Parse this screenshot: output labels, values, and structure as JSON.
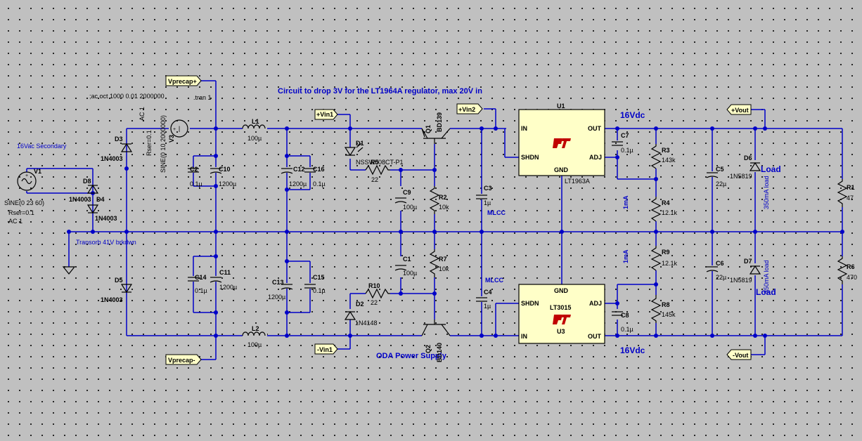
{
  "title": "Circuit to drop 3V for the LT1964A regulator, max 20V in",
  "subtitle": "ODA Power Supply",
  "directives": {
    "ac": ";ac oct 1000 0.01 2000000",
    "tran": ".tran 1"
  },
  "notes": {
    "secondary": "16Vac Secondary",
    "transorb": "Transorb 41V brkdwn",
    "mlcc1": "MLCC",
    "mlcc2": "MLCC",
    "ma_top": "1mA",
    "ma_bot": "1mA",
    "out_top": "16Vdc",
    "out_bot": "16Vdc",
    "load_top": "Load",
    "load_bot": "Load",
    "load350_top": "350mA load",
    "load350_bot": "350mA load"
  },
  "flags": {
    "vprecap_p": "Vprecap+",
    "vprecap_n": "Vprecap-",
    "vin1p": "+Vin1",
    "vin1n": "-Vin1",
    "vin2": "+Vin2",
    "voutp": "+Vout",
    "voutn": "-Vout"
  },
  "sources": {
    "v1": {
      "ref": "V1",
      "line1": "SINE(0 23 60)",
      "line2": "Rser=0.1",
      "line3": "AC 1"
    },
    "v3": {
      "ref": "V3",
      "line1": "SINE(0 10 2000000)",
      "line2": "Rser=0.1",
      "line3": "AC 1"
    }
  },
  "parts": {
    "d3": [
      "D3",
      "1N4003"
    ],
    "d8": [
      "D8",
      ""
    ],
    "d4": [
      "D4",
      "1N4003"
    ],
    "d8val": "1N4003",
    "d5": [
      "D5",
      "1N4003"
    ],
    "l1": [
      "L1",
      "100µ"
    ],
    "l2": [
      "L2",
      "100µ"
    ],
    "c2": [
      "C2",
      "0.1µ"
    ],
    "c10": [
      "C10",
      "1200µ"
    ],
    "c12": [
      "C12",
      "1200µ"
    ],
    "c16": [
      "C16",
      "0.1µ"
    ],
    "c14": [
      "C14",
      "0.1µ"
    ],
    "c11": [
      "C11",
      "1200µ"
    ],
    "c13": [
      "C13",
      "1200µ"
    ],
    "c15": [
      "C15",
      "0.1µ"
    ],
    "d1": [
      "D1",
      "NSSW008CT-P1"
    ],
    "r5": [
      "R5",
      "22"
    ],
    "c9": [
      "C9",
      "100µ"
    ],
    "r2": [
      "R2",
      "10k"
    ],
    "q1": [
      "Q1",
      "BD139"
    ],
    "r7": [
      "R7",
      "10k"
    ],
    "c1": [
      "C1",
      "100µ"
    ],
    "r10": [
      "R10",
      "22"
    ],
    "d2": [
      "D2",
      "1N4148"
    ],
    "q2": [
      "Q2",
      "BD140"
    ],
    "c3": [
      "C3",
      "1µ"
    ],
    "c4": [
      "C4",
      "1µ"
    ],
    "c7": [
      "C7",
      "0.1µ"
    ],
    "r3": [
      "R3",
      "143k"
    ],
    "r4": [
      "R4",
      "12.1k"
    ],
    "c5": [
      "C5",
      "22µ"
    ],
    "d6": [
      "D6",
      "1N5819"
    ],
    "r1": [
      "R1",
      "47"
    ],
    "r9": [
      "R9",
      "12.1k"
    ],
    "c8": [
      "C8",
      "0.1µ"
    ],
    "r8": [
      "R8",
      "145k"
    ],
    "c6": [
      "C6",
      "22µ"
    ],
    "d7": [
      "D7",
      "1N5819"
    ],
    "r6": [
      "R6",
      "470"
    ]
  },
  "u1": {
    "ref": "U1",
    "part": "LT1963A",
    "in": "IN",
    "out": "OUT",
    "shdn": "SHDN",
    "adj": "ADJ",
    "gnd": "GND"
  },
  "u3": {
    "ref": "U3",
    "part": "LT3015",
    "in": "IN",
    "out": "OUT",
    "shdn": "SHDN",
    "adj": "ADJ",
    "gnd": "GND"
  },
  "colors": {
    "wire": "#0000c8",
    "background": "#c0c0c0",
    "ic_fill": "#ffffc8",
    "logo": "#c00000"
  }
}
